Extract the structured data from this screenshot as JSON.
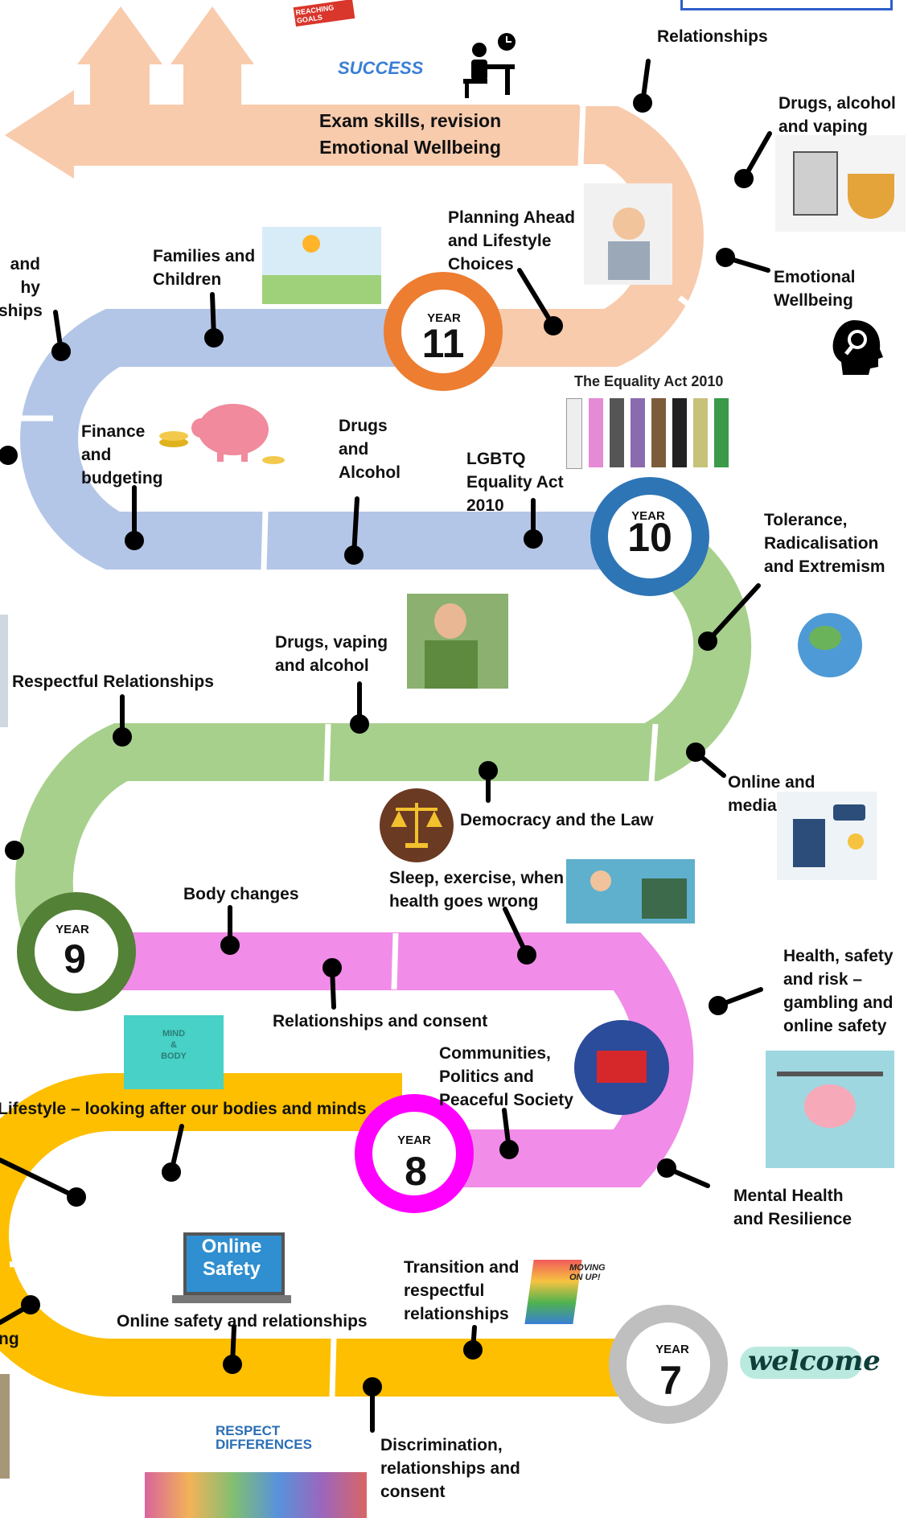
{
  "colors": {
    "year7_track": "#fdbf00",
    "year8_track": "#f18ce8",
    "year9_track": "#a8d08d",
    "year10_track": "#b4c6e7",
    "year11_track": "#f8cbad",
    "year7_ring": "#bfbfbf",
    "year8_ring": "#ff00ff",
    "year9_ring": "#538135",
    "year10_ring": "#2e75b6",
    "year11_ring": "#ed7d31"
  },
  "years": [
    {
      "word": "YEAR",
      "number": "7"
    },
    {
      "word": "YEAR",
      "number": "8"
    },
    {
      "word": "YEAR",
      "number": "9"
    },
    {
      "word": "YEAR",
      "number": "10"
    },
    {
      "word": "YEAR",
      "number": "11"
    }
  ],
  "finish_arrow_text": "Exam skills, revision\nEmotional Wellbeing",
  "topics": {
    "relationships_y11": "Relationships",
    "drugs_alcohol_vaping": "Drugs, alcohol\nand vaping",
    "emotional_wellbeing": "Emotional\nWellbeing",
    "planning_ahead": "Planning Ahead\nand Lifestyle\nChoices",
    "families_children": "Families and\nChildren",
    "healthy_relationships_partial": "and\nhy\nships",
    "finance_budgeting": "Finance\nand\nbudgeting",
    "drugs_and_alcohol_y10": "Drugs\nand\nAlcohol",
    "lgbtq_equality": "LGBTQ\nEquality Act\n2010",
    "equality_act_caption": "The Equality Act 2010",
    "tolerance": "Tolerance,\nRadicalisation\nand Extremism",
    "drugs_vaping_alcohol_y9": "Drugs, vaping\nand alcohol",
    "respectful_relationships": "Respectful Relationships",
    "online_and_media": "Online and\nmedia",
    "democracy_law": "Democracy and the Law",
    "body_changes": "Body changes",
    "sleep_exercise": "Sleep, exercise, when\nhealth goes wrong",
    "health_safety_risk": "Health, safety\nand risk –\ngambling and\nonline safety",
    "relationships_consent": "Relationships and consent",
    "communities": "Communities,\nPolitics and\nPeaceful Society",
    "lifestyle": "Lifestyle – looking after our bodies and minds",
    "mental_health": "Mental Health\nand Resilience",
    "transition": "Transition and\nrespectful\nrelationships",
    "online_safety_relationships": "Online safety and relationships",
    "discrimination": "Discrimination,\nrelationships and\nconsent",
    "partial_ng": "ng"
  },
  "image_text": {
    "reaching_goals": "REACHING GOALS",
    "success": "SUCCESS",
    "mind_body": "MIND\n&\nBODY",
    "online_safety_sign": "Online\nSafety",
    "moving_on_up": "MOVING\nON UP!",
    "welcome": "welcome",
    "respect_differences": "RESPECT\nDIFFERENCES"
  },
  "icons": [
    "person-at-desk-clock-icon",
    "head-magnifier-icon",
    "scales-of-justice-icon",
    "piggy-bank-icon"
  ]
}
